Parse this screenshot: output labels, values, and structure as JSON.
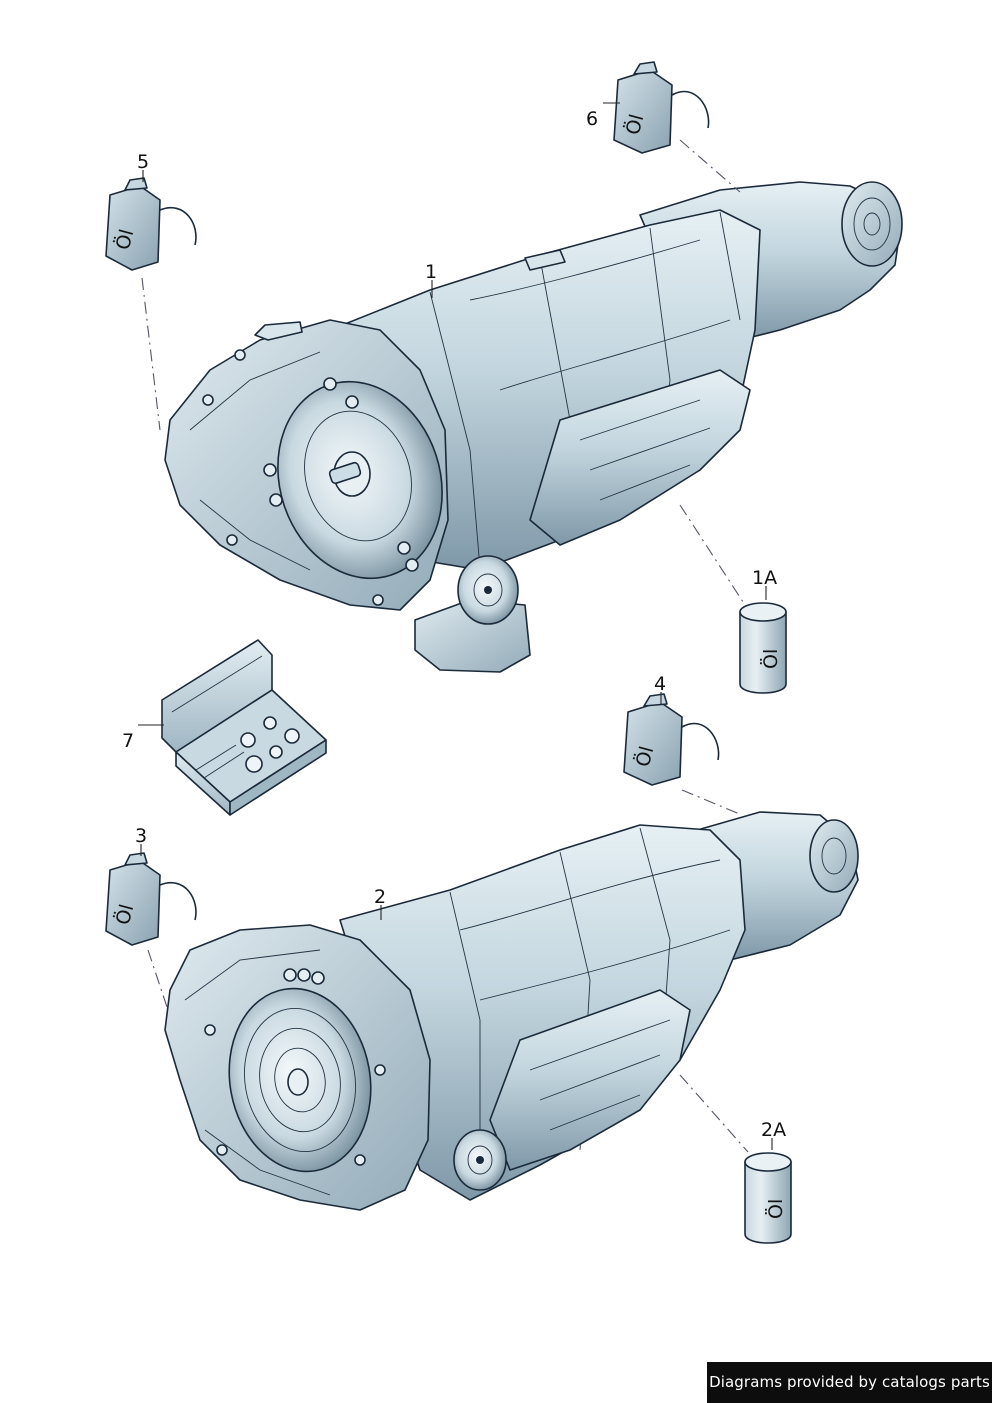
{
  "callouts": {
    "c1": "1",
    "c1a": "1A",
    "c2": "2",
    "c2a": "2A",
    "c3": "3",
    "c4": "4",
    "c5": "5",
    "c6": "6",
    "c7": "7"
  },
  "parts": {
    "oil_canister_label": "Öl"
  },
  "colors": {
    "part_fill_light": "#e3eef2",
    "part_fill_mid": "#b9ced8",
    "part_fill_dark": "#7e97a6",
    "outline": "#1b2a3a"
  },
  "footer": {
    "watermark": "Diagrams provided by catalogs parts"
  }
}
